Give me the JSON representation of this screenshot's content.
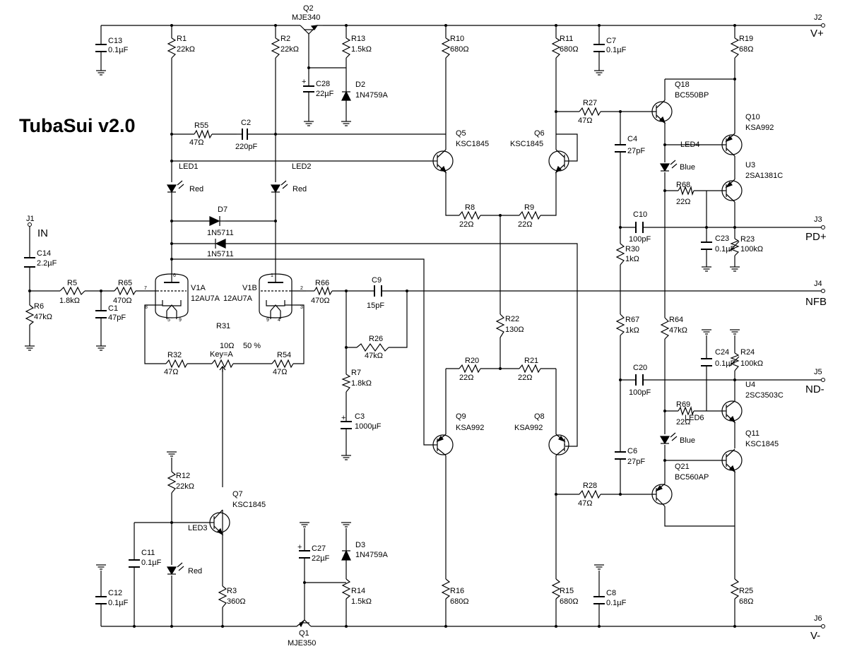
{
  "title": "TubaSui v2.0",
  "ports": {
    "vplus": {
      "ref": "J2",
      "label": "V+"
    },
    "vminus": {
      "ref": "J6",
      "label": "V-"
    },
    "input": {
      "ref": "J1",
      "label": "IN"
    },
    "pdplus": {
      "ref": "J3",
      "label": "PD+"
    },
    "nfb": {
      "ref": "J4",
      "label": "NFB"
    },
    "ndminus": {
      "ref": "J5",
      "label": "ND-"
    }
  },
  "tubes": {
    "v1a": {
      "ref": "V1A",
      "part": "12AU7A",
      "pins": [
        "6",
        "7",
        "8",
        "5",
        "9"
      ]
    },
    "v1b": {
      "ref": "V1B",
      "part": "12AU7A",
      "pins": [
        "1",
        "2",
        "3",
        "9",
        "4"
      ]
    }
  },
  "resistors": {
    "r1": {
      "ref": "R1",
      "value": "22kΩ"
    },
    "r2": {
      "ref": "R2",
      "value": "22kΩ"
    },
    "r13": {
      "ref": "R13",
      "value": "1.5kΩ"
    },
    "r10": {
      "ref": "R10",
      "value": "680Ω"
    },
    "r11": {
      "ref": "R11",
      "value": "680Ω"
    },
    "r19": {
      "ref": "R19",
      "value": "68Ω"
    },
    "r55": {
      "ref": "R55",
      "value": "47Ω"
    },
    "r27": {
      "ref": "R27",
      "value": "47Ω"
    },
    "r68": {
      "ref": "R68",
      "value": "22Ω"
    },
    "r8": {
      "ref": "R8",
      "value": "22Ω"
    },
    "r9": {
      "ref": "R9",
      "value": "22Ω"
    },
    "r30": {
      "ref": "R30",
      "value": "1kΩ"
    },
    "r23": {
      "ref": "R23",
      "value": "100kΩ"
    },
    "r5": {
      "ref": "R5",
      "value": "1.8kΩ"
    },
    "r65": {
      "ref": "R65",
      "value": "470Ω"
    },
    "r6": {
      "ref": "R6",
      "value": "47kΩ"
    },
    "r66": {
      "ref": "R66",
      "value": "470Ω"
    },
    "r31": {
      "ref": "R31",
      "value": "10Ω",
      "key": "Key=A",
      "setting": "50 %"
    },
    "r32": {
      "ref": "R32",
      "value": "47Ω"
    },
    "r54": {
      "ref": "R54",
      "value": "47Ω"
    },
    "r26": {
      "ref": "R26",
      "value": "47kΩ"
    },
    "r7": {
      "ref": "R7",
      "value": "1.8kΩ"
    },
    "r22": {
      "ref": "R22",
      "value": "130Ω"
    },
    "r67": {
      "ref": "R67",
      "value": "1kΩ"
    },
    "r64": {
      "ref": "R64",
      "value": "47kΩ"
    },
    "r24": {
      "ref": "R24",
      "value": "100kΩ"
    },
    "r20": {
      "ref": "R20",
      "value": "22Ω"
    },
    "r21": {
      "ref": "R21",
      "value": "22Ω"
    },
    "r69": {
      "ref": "R69",
      "value": "22Ω"
    },
    "r12": {
      "ref": "R12",
      "value": "22kΩ"
    },
    "r28": {
      "ref": "R28",
      "value": "47Ω"
    },
    "r3": {
      "ref": "R3",
      "value": "360Ω"
    },
    "r14": {
      "ref": "R14",
      "value": "1.5kΩ"
    },
    "r16": {
      "ref": "R16",
      "value": "680Ω"
    },
    "r15": {
      "ref": "R15",
      "value": "680Ω"
    },
    "r25": {
      "ref": "R25",
      "value": "68Ω"
    }
  },
  "capacitors": {
    "c13": {
      "ref": "C13",
      "value": "0.1µF"
    },
    "c28": {
      "ref": "C28",
      "value": "22µF"
    },
    "c7": {
      "ref": "C7",
      "value": "0.1µF"
    },
    "c2": {
      "ref": "C2",
      "value": "220pF"
    },
    "c4": {
      "ref": "C4",
      "value": "27pF"
    },
    "c10": {
      "ref": "C10",
      "value": "100pF"
    },
    "c23": {
      "ref": "C23",
      "value": "0.1µF"
    },
    "c14": {
      "ref": "C14",
      "value": "2.2µF"
    },
    "c1": {
      "ref": "C1",
      "value": "47pF"
    },
    "c9": {
      "ref": "C9",
      "value": "15pF"
    },
    "c3": {
      "ref": "C3",
      "value": "1000µF"
    },
    "c24": {
      "ref": "C24",
      "value": "0.1µF"
    },
    "c20": {
      "ref": "C20",
      "value": "100pF"
    },
    "c6": {
      "ref": "C6",
      "value": "27pF"
    },
    "c11": {
      "ref": "C11",
      "value": "0.1µF"
    },
    "c12": {
      "ref": "C12",
      "value": "0.1µF"
    },
    "c27": {
      "ref": "C27",
      "value": "22µF"
    },
    "c8": {
      "ref": "C8",
      "value": "0.1µF"
    }
  },
  "transistors": {
    "q2": {
      "ref": "Q2",
      "part": "MJE340"
    },
    "q1": {
      "ref": "Q1",
      "part": "MJE350"
    },
    "q5": {
      "ref": "Q5",
      "part": "KSC1845"
    },
    "q6": {
      "ref": "Q6",
      "part": "KSC1845"
    },
    "q18": {
      "ref": "Q18",
      "part": "BC550BP"
    },
    "q10": {
      "ref": "Q10",
      "part": "KSA992"
    },
    "u3": {
      "ref": "U3",
      "part": "2SA1381C"
    },
    "q9": {
      "ref": "Q9",
      "part": "KSA992"
    },
    "q8": {
      "ref": "Q8",
      "part": "KSA992"
    },
    "u4": {
      "ref": "U4",
      "part": "2SC3503C"
    },
    "q11": {
      "ref": "Q11",
      "part": "KSC1845"
    },
    "q21": {
      "ref": "Q21",
      "part": "BC560AP"
    },
    "q7": {
      "ref": "Q7",
      "part": "KSC1845"
    }
  },
  "diodes": {
    "d2": {
      "ref": "D2",
      "part": "1N4759A"
    },
    "d3": {
      "ref": "D3",
      "part": "1N4759A"
    },
    "d7": {
      "ref": "D7",
      "part": "1N5711"
    },
    "d8": {
      "ref": "",
      "part": "1N5711"
    },
    "led1": {
      "ref": "LED1",
      "color": "Red"
    },
    "led2": {
      "ref": "LED2",
      "color": "Red"
    },
    "led3": {
      "ref": "LED3",
      "color": "Red"
    },
    "led4": {
      "ref": "LED4",
      "color": "Blue"
    },
    "led6": {
      "ref": "LED6",
      "color": "Blue"
    }
  }
}
